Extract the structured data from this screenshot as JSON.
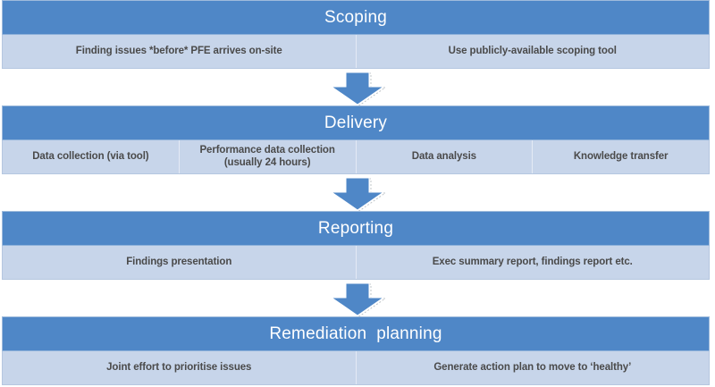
{
  "diagram": {
    "type": "process-flow",
    "orientation": "vertical",
    "title_icon": "down-arrow-icon",
    "colors": {
      "header_blue": "#4F87C7",
      "row_light_blue": "#C7D5EA",
      "header_text": "#FFFFFF",
      "row_text": "#4A4A4A",
      "arrow_fill": "#4F87C7",
      "background": "#FFFFFF"
    },
    "stages": [
      {
        "id": "scoping",
        "title": "Scoping",
        "cells": [
          "Finding issues *before* PFE arrives on-site",
          "Use publicly-available scoping tool"
        ]
      },
      {
        "id": "delivery",
        "title": "Delivery",
        "cells": [
          "Data collection (via tool)",
          "Performance data collection (usually 24 hours)",
          "Data analysis",
          "Knowledge transfer"
        ]
      },
      {
        "id": "reporting",
        "title": "Reporting",
        "cells": [
          "Findings presentation",
          "Exec summary report, findings report etc."
        ]
      },
      {
        "id": "remediation-planning",
        "title": "Remediation  planning",
        "cells": [
          "Joint effort to prioritise issues",
          "Generate action plan to move to ‘healthy’"
        ]
      }
    ],
    "connectors": [
      {
        "id": "arrow-scoping-to-delivery",
        "label": "down-arrow-icon"
      },
      {
        "id": "arrow-delivery-to-reporting",
        "label": "down-arrow-icon"
      },
      {
        "id": "arrow-reporting-to-remediation",
        "label": "down-arrow-icon"
      }
    ]
  }
}
